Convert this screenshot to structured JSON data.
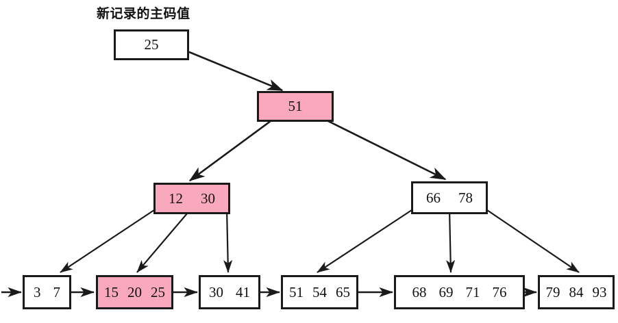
{
  "diagram": {
    "title": "新记录的主码值",
    "type": "b-plus-tree-insertion",
    "colors": {
      "highlight": "#f9a8bd",
      "stroke": "#1a1a1a",
      "background": "#ffffff"
    },
    "new_record": {
      "label": "new-record-key-box",
      "value": "25",
      "highlighted": false
    },
    "root": {
      "keys": [
        "51"
      ],
      "highlighted": true
    },
    "internal_nodes": [
      {
        "keys": [
          "12",
          "30"
        ],
        "highlighted": true
      },
      {
        "keys": [
          "66",
          "78"
        ],
        "highlighted": false
      }
    ],
    "leaf_nodes": [
      {
        "keys": [
          "3",
          "7"
        ],
        "highlighted": false
      },
      {
        "keys": [
          "15",
          "20",
          "25"
        ],
        "highlighted": true
      },
      {
        "keys": [
          "30",
          "41"
        ],
        "highlighted": false
      },
      {
        "keys": [
          "51",
          "54",
          "65"
        ],
        "highlighted": false
      },
      {
        "keys": [
          "68",
          "69",
          "71",
          "76"
        ],
        "highlighted": false
      },
      {
        "keys": [
          "79",
          "84",
          "93"
        ],
        "highlighted": false
      }
    ]
  }
}
